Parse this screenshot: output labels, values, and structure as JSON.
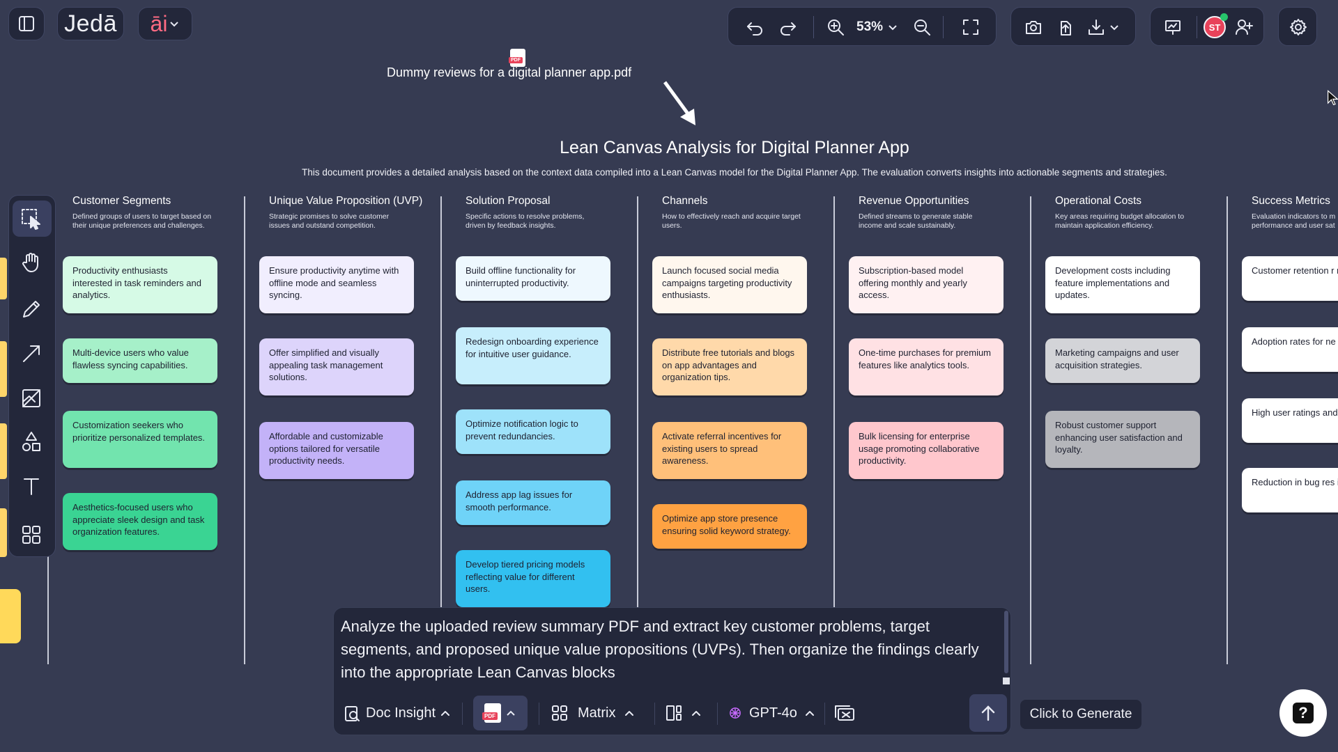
{
  "app": {
    "brand": "Jedā",
    "ai_label": "āi"
  },
  "toolbar": {
    "zoom": "53%",
    "avatar_initials": "ST"
  },
  "canvas": {
    "file_name": "Dummy reviews for a digital planner app.pdf",
    "file_badge": "PDF",
    "doc_title": "Lean Canvas Analysis for Digital Planner App",
    "doc_subtitle": "This document provides a detailed analysis based on the context data compiled into a Lean Canvas model for the Digital Planner App. The evaluation converts insights into actionable segments and strategies.",
    "columns": [
      {
        "title": "Customer Segments",
        "desc": "Defined groups of users to target based on their unique preferences and challenges.",
        "cards": [
          "Productivity enthusiasts interested in task reminders and analytics.",
          "Multi-device users who value flawless syncing capabilities.",
          "Customization seekers who prioritize personalized templates.",
          "Aesthetics-focused users who appreciate sleek design and task organization features."
        ]
      },
      {
        "title": "Unique Value Proposition (UVP)",
        "desc": "Strategic promises to solve customer issues and outstand competition.",
        "cards": [
          "Ensure productivity anytime with offline mode and seamless syncing.",
          "Offer simplified and visually appealing task management solutions.",
          "Affordable and customizable options tailored for versatile productivity needs."
        ]
      },
      {
        "title": "Solution Proposal",
        "desc": "Specific actions to resolve problems, driven by feedback insights.",
        "cards": [
          "Build offline functionality for uninterrupted productivity.",
          "Redesign onboarding experience for intuitive user guidance.",
          "Optimize notification logic to prevent redundancies.",
          "Address app lag issues for smooth performance.",
          "Develop tiered pricing models reflecting value for different users."
        ]
      },
      {
        "title": "Channels",
        "desc": "How to effectively reach and acquire target users.",
        "cards": [
          "Launch focused social media campaigns targeting productivity enthusiasts.",
          "Distribute free tutorials and blogs on app advantages and organization tips.",
          "Activate referral incentives for existing users to spread awareness.",
          "Optimize app store presence ensuring solid keyword strategy."
        ]
      },
      {
        "title": "Revenue Opportunities",
        "desc": "Defined streams to generate stable income and scale sustainably.",
        "cards": [
          "Subscription-based model offering monthly and yearly access.",
          "One-time purchases for premium features like analytics tools.",
          "Bulk licensing for enterprise usage promoting collaborative productivity."
        ]
      },
      {
        "title": "Operational Costs",
        "desc": "Key areas requiring budget allocation to maintain application efficiency.",
        "cards": [
          "Development costs including feature implementations and updates.",
          "Marketing campaigns and user acquisition strategies.",
          "Robust customer support enhancing user satisfaction and loyalty."
        ]
      },
      {
        "title": "Success Metrics",
        "desc": "Evaluation indicators to m performance and user sat",
        "cards": [
          "Customer retention r reflecting continued l",
          "Adoption rates for ne introduced features.",
          "High user ratings and reviews in app stores",
          "Reduction in bug res improving reliability."
        ]
      }
    ]
  },
  "prompt": {
    "text": "Analyze the uploaded review summary PDF and extract key customer problems, target segments, and proposed unique value propositions (UVPs). Then organize the findings clearly into the appropriate Lean Canvas blocks",
    "doc_insight": "Doc Insight",
    "pdf_badge": "PDF",
    "matrix": "Matrix",
    "model": "GPT-4o",
    "generate_tooltip": "Click to Generate"
  },
  "colors": {
    "background": "#363b52",
    "panel": "#23273a",
    "accent_avatar": "#e8425a",
    "online_dot": "#27c46b"
  }
}
